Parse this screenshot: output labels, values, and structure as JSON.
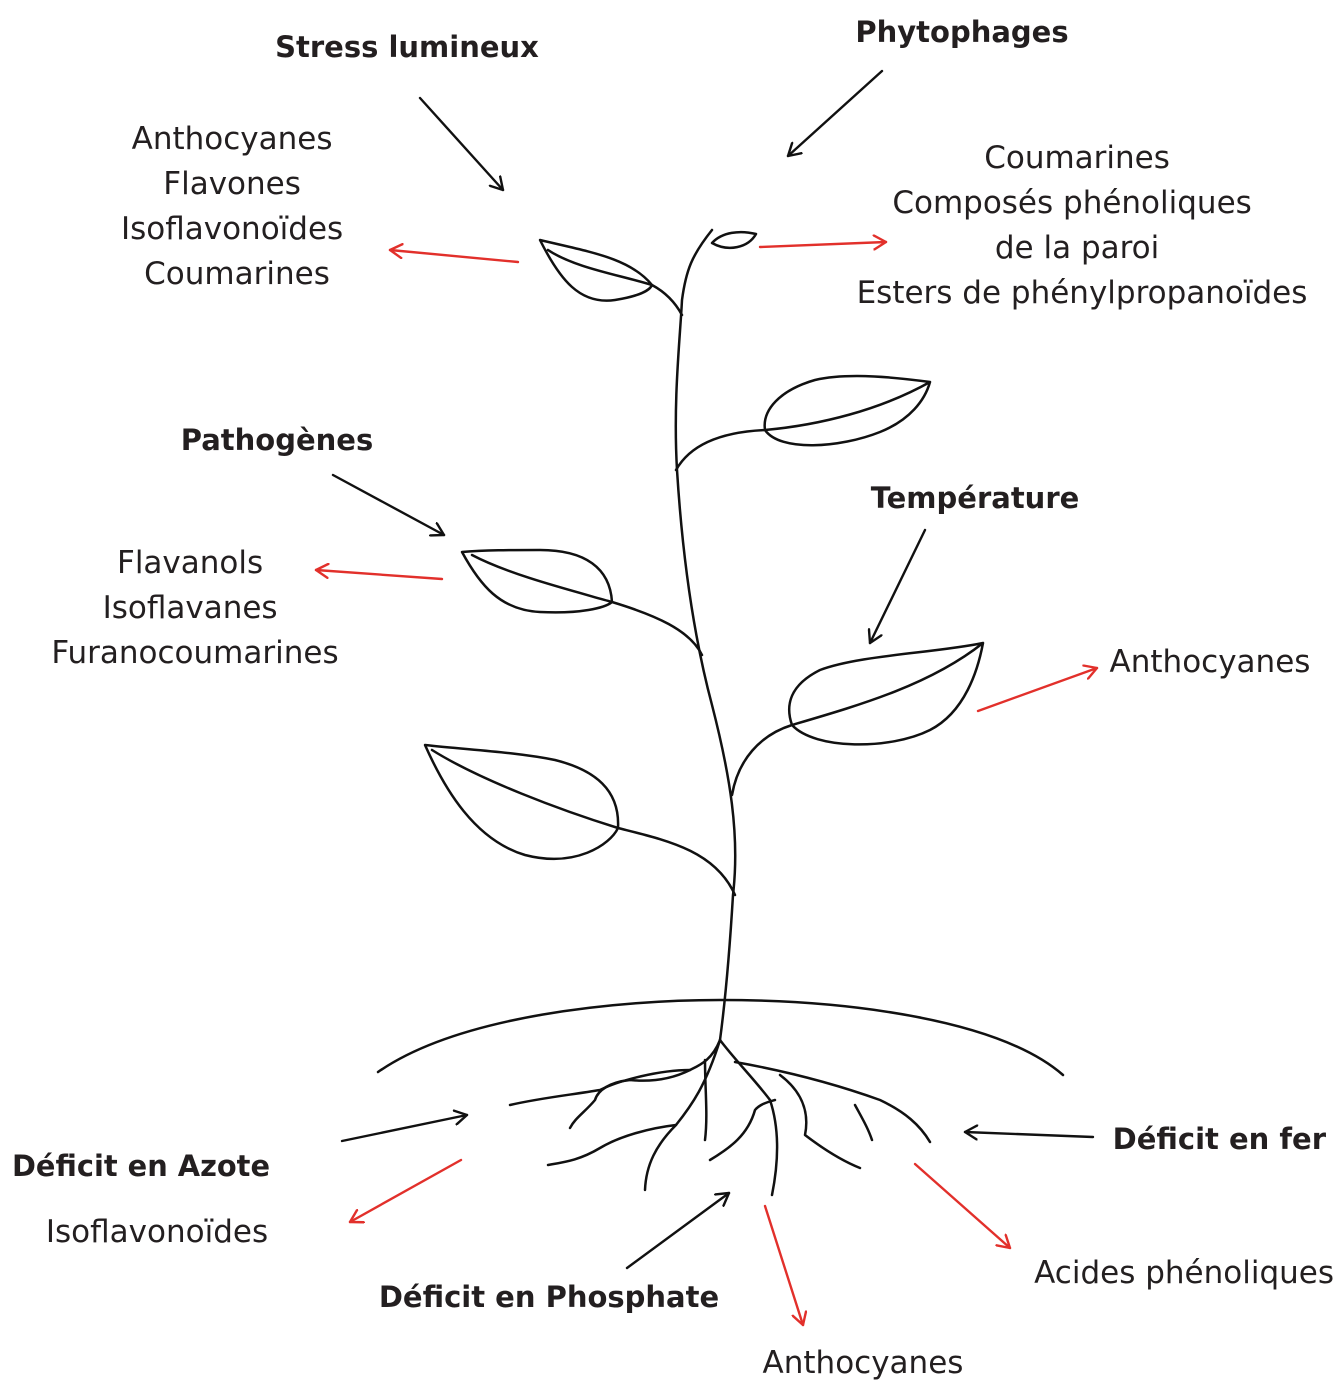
{
  "colors": {
    "stress_arrow": "#111111",
    "response_arrow": "#e2302b",
    "text": "#231f20"
  },
  "stresses": {
    "light": "Stress lumineux",
    "herbivores": "Phytophages",
    "pathogens": "Pathogènes",
    "temperature": "Température",
    "nitrogen": "Déficit en Azote",
    "iron": "Déficit en fer",
    "phosphate": "Déficit en Phosphate"
  },
  "responses": {
    "light": [
      "Anthocyanes",
      "Flavones",
      "Isoflavonoïdes",
      "Coumarines"
    ],
    "herbivores": [
      "Coumarines",
      "Composés phénoliques",
      "de la paroi",
      "Esters de phénylpropanoïdes"
    ],
    "pathogens": [
      "Flavanols",
      "Isoflavanes",
      "Furanocoumarines"
    ],
    "temperature": [
      "Anthocyanes"
    ],
    "nitrogen": [
      "Isoflavonoïdes"
    ],
    "iron": [
      "Acides phénoliques"
    ],
    "phosphate": [
      "Anthocyanes"
    ]
  }
}
